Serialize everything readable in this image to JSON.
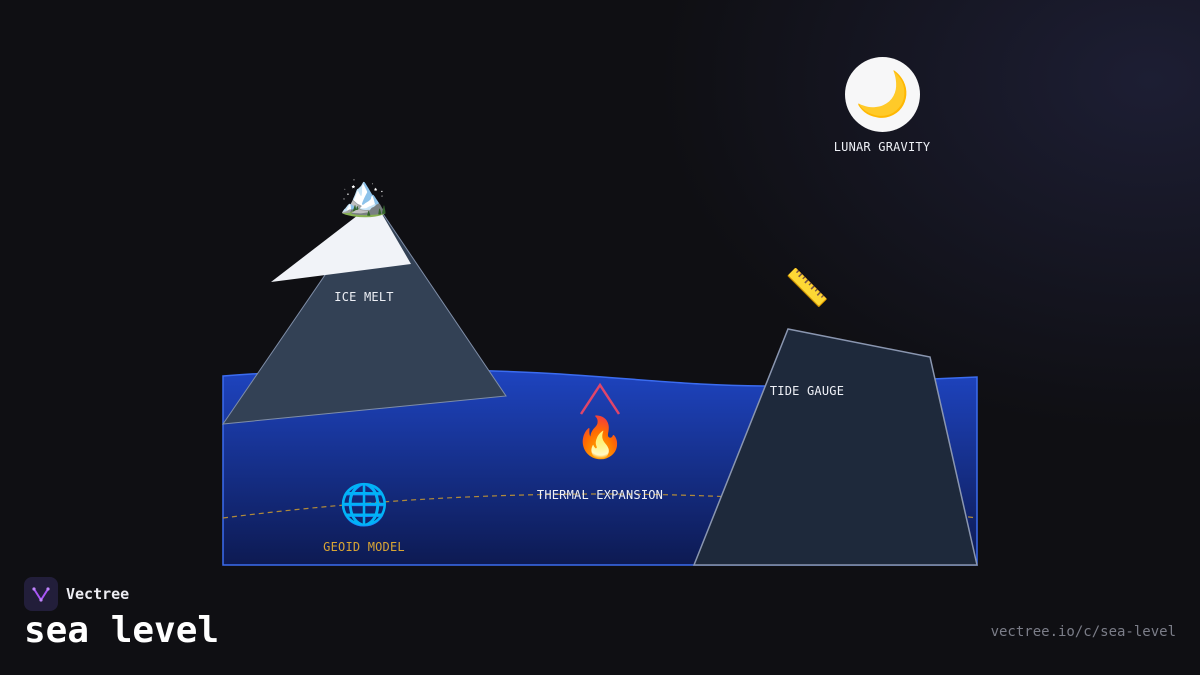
{
  "diagram": {
    "labels": {
      "ice_melt": "ICE MELT",
      "lunar_gravity": "LUNAR GRAVITY",
      "tide_gauge": "TIDE GAUGE",
      "thermal_expansion": "THERMAL EXPANSION",
      "geoid_model": "GEOID MODEL"
    },
    "icons": {
      "ice_melt": "snow-capped-mountain-icon",
      "lunar_gravity": "crescent-moon-icon",
      "tide_gauge": "ruler-icon",
      "thermal_expansion": "fire-icon",
      "geoid_model": "globe-icon"
    },
    "colors": {
      "water_top": "#1e44c0",
      "water_bottom": "#0d1a52",
      "water_edge": "#3b6cf0",
      "mountain": "#334155",
      "ice_cap": "#f1f3f8",
      "tide_rock": "#1e293b",
      "geoid_dash": "#b08a3a",
      "rise_arrow": "#e0456a",
      "geoid_label": "#d9a534"
    }
  },
  "brand": {
    "name": "Vectree",
    "logo_icon": "vectree-logo-icon"
  },
  "title": "sea level",
  "url": "vectree.io/c/sea-level"
}
